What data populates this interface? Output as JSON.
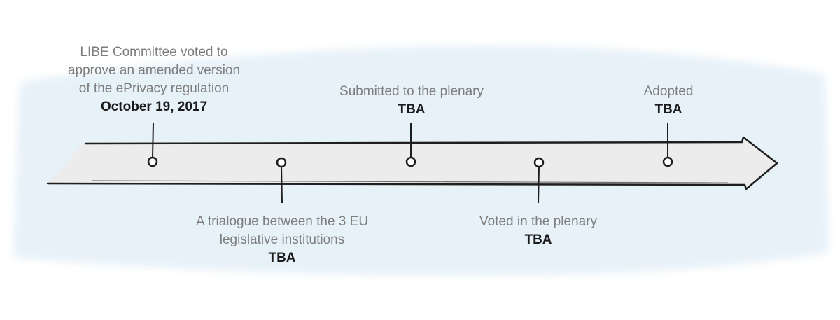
{
  "timeline": {
    "milestones": [
      {
        "id": "libe-vote",
        "description": "LIBE Committee voted to\napprove an amended version\nof the ePrivacy regulation",
        "date": "October 19, 2017",
        "position": "above"
      },
      {
        "id": "trilogue",
        "description": "A trialogue between the 3 EU\nlegislative institutions",
        "date": "TBA",
        "position": "below"
      },
      {
        "id": "submitted",
        "description": "Submitted to the plenary",
        "date": "TBA",
        "position": "above"
      },
      {
        "id": "voted",
        "description": "Voted in the plenary",
        "date": "TBA",
        "position": "below"
      },
      {
        "id": "adopted",
        "description": "Adopted",
        "date": "TBA",
        "position": "above"
      }
    ],
    "colors": {
      "wash": "#e6f1f8",
      "arrow_fill": "#ececec",
      "stroke": "#1e1e1e",
      "description_text": "#7d7d7d",
      "date_text": "#1b1b1b"
    }
  }
}
